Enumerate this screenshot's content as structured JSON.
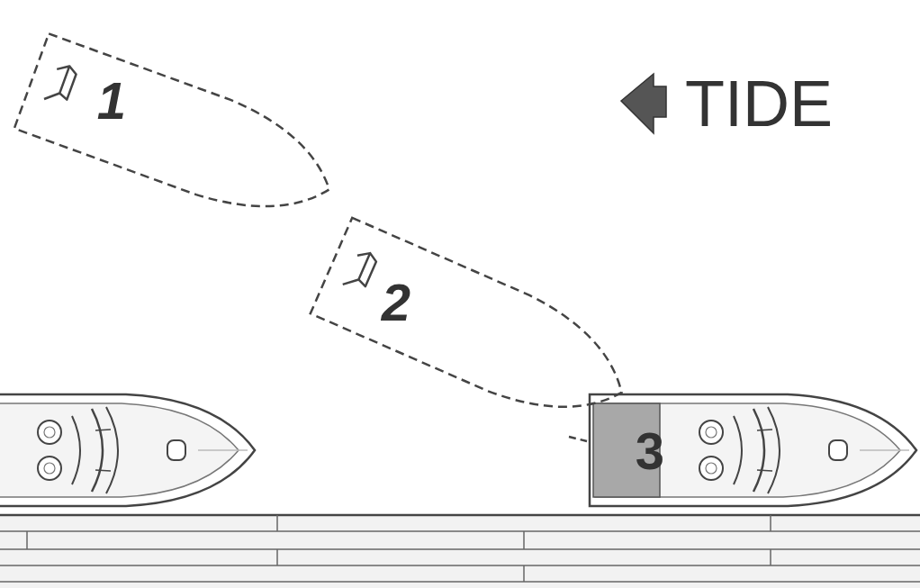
{
  "diagram": {
    "labels": [
      "TIDE",
      "1",
      "2",
      "3"
    ]
  }
}
